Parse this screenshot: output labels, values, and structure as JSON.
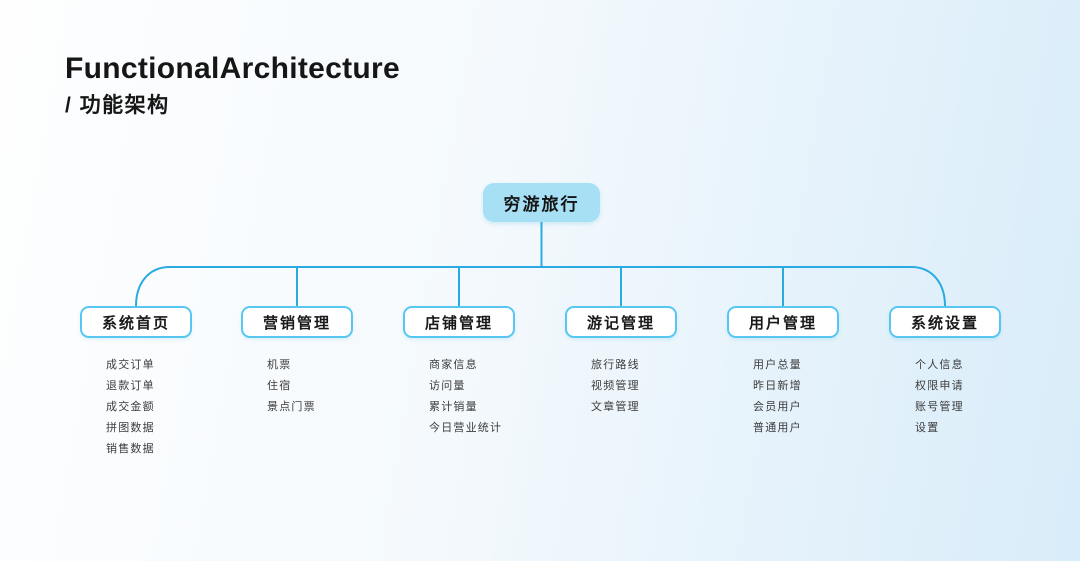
{
  "header": {
    "title": "FunctionalArchitecture",
    "subtitle": "/ 功能架构"
  },
  "theme": {
    "line_color": "#29ABE2",
    "root_fill": "#A7E0F5",
    "node_border": "#57C7F2",
    "node_bg": "#FFFFFF",
    "title_color": "#161616",
    "item_color": "#3C3C3C"
  },
  "tree": {
    "root": {
      "label": "穷游旅行"
    },
    "branches": [
      {
        "label": "系统首页",
        "items": [
          "成交订单",
          "退款订单",
          "成交金额",
          "拼图数据",
          "销售数据"
        ]
      },
      {
        "label": "营销管理",
        "items": [
          "机票",
          "住宿",
          "景点门票"
        ]
      },
      {
        "label": "店铺管理",
        "items": [
          "商家信息",
          "访问量",
          "累计销量",
          "今日营业统计"
        ]
      },
      {
        "label": "游记管理",
        "items": [
          "旅行路线",
          "视频管理",
          "文章管理"
        ]
      },
      {
        "label": "用户管理",
        "items": [
          "用户总量",
          "昨日新增",
          "会员用户",
          "普通用户"
        ]
      },
      {
        "label": "系统设置",
        "items": [
          "个人信息",
          "权限申请",
          "账号管理",
          "设置"
        ]
      }
    ]
  }
}
